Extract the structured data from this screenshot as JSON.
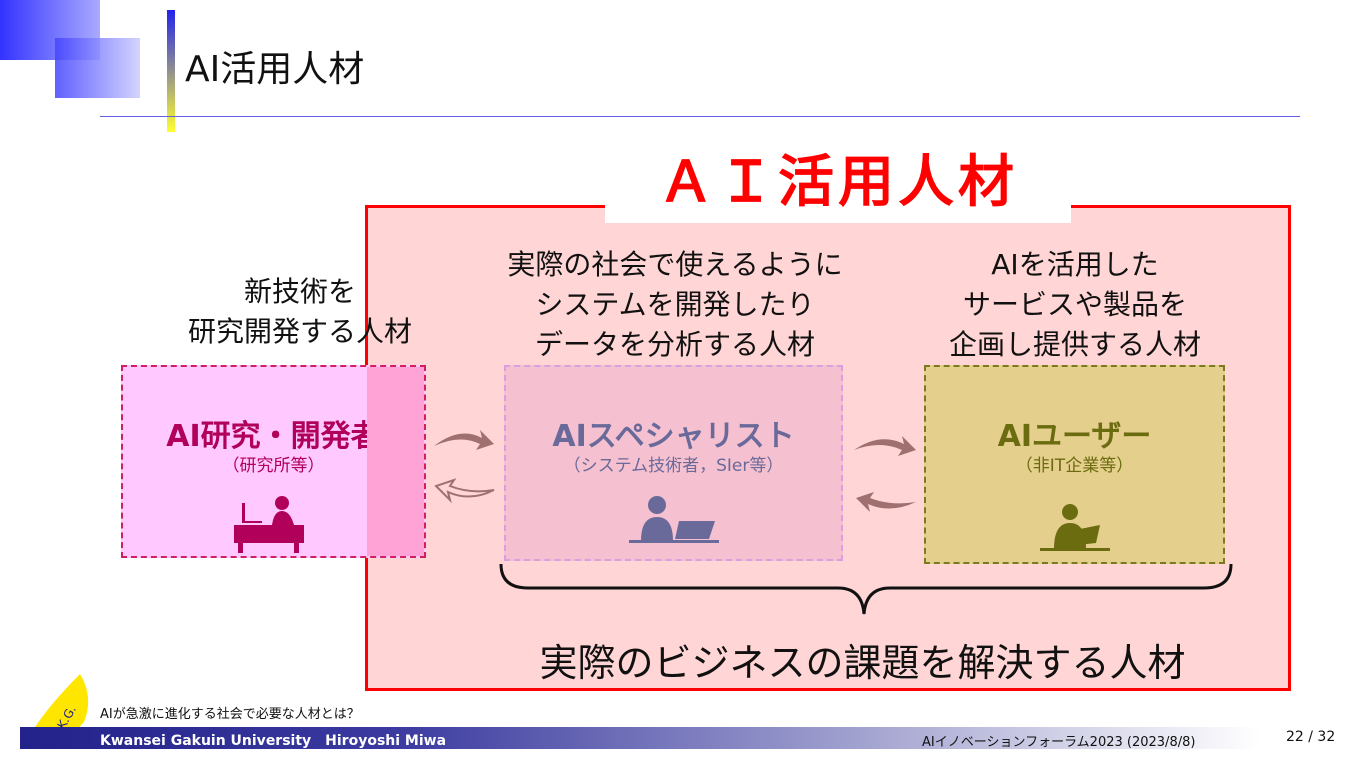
{
  "slide": {
    "title": "AI活用人材",
    "main_title": "ＡＩ活用人材"
  },
  "left_caption": [
    "新技術を",
    "研究開発する人材"
  ],
  "middle_caption": [
    "実際の社会で使えるように",
    "システムを開発したり",
    "データを分析する人材"
  ],
  "right_caption": [
    "AIを活用した",
    "サービスや製品を",
    "企画し提供する人材"
  ],
  "boxes": [
    {
      "title": "AI研究・開発者",
      "subtitle": "（研究所等）",
      "color": "#b0005a"
    },
    {
      "title": "AIスペシャリスト",
      "subtitle": "（システム技術者，SIer等）",
      "color": "#6a6a9a"
    },
    {
      "title": "AIユーザー",
      "subtitle": "（非IT企業等）",
      "color": "#6b6b10"
    }
  ],
  "bottom_caption": "実際のビジネスの課題を解決する人材",
  "footer": {
    "subtitle": "AIが急激に進化する社会で必要な人材とは？",
    "author": "Kwansei Gakuin University　Hiroyoshi Miwa",
    "event": "AIイノベーションフォーラム2023  (2023/8/8)",
    "page": "22 / 32",
    "logo_text": "K.G."
  }
}
